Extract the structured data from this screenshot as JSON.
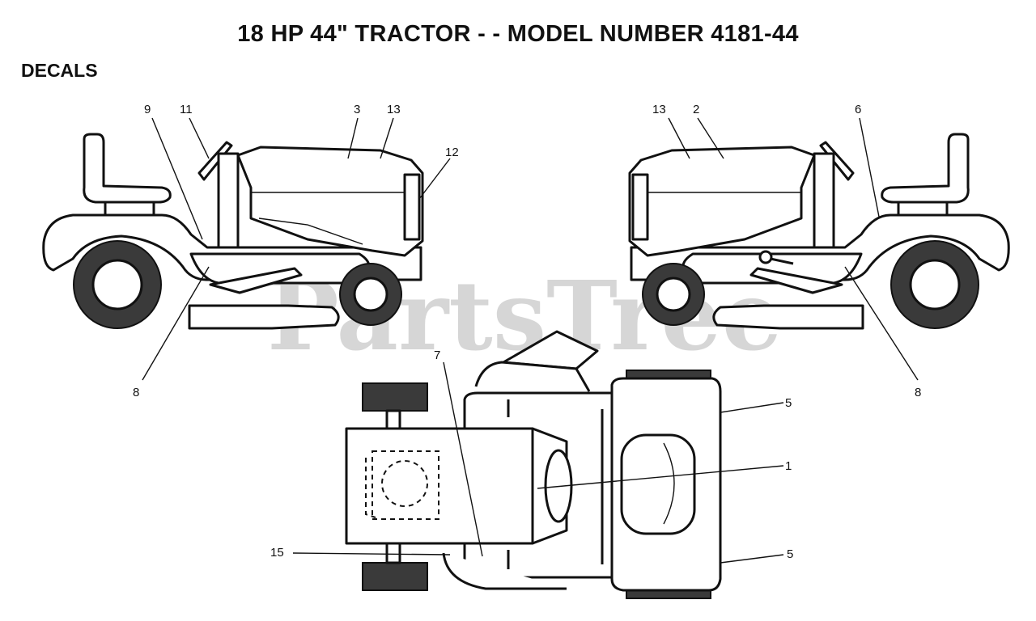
{
  "title": "18 HP 44\" TRACTOR - - MODEL NUMBER 4181-44",
  "section": "DECALS",
  "watermark": "PartsTree",
  "callouts": {
    "left_9": "9",
    "left_11": "11",
    "left_3": "3",
    "left_13": "13",
    "left_12": "12",
    "left_8": "8",
    "right_13": "13",
    "right_2": "2",
    "right_6": "6",
    "right_8": "8",
    "top_7": "7",
    "top_5a": "5",
    "top_1": "1",
    "top_15": "15",
    "top_5b": "5"
  }
}
